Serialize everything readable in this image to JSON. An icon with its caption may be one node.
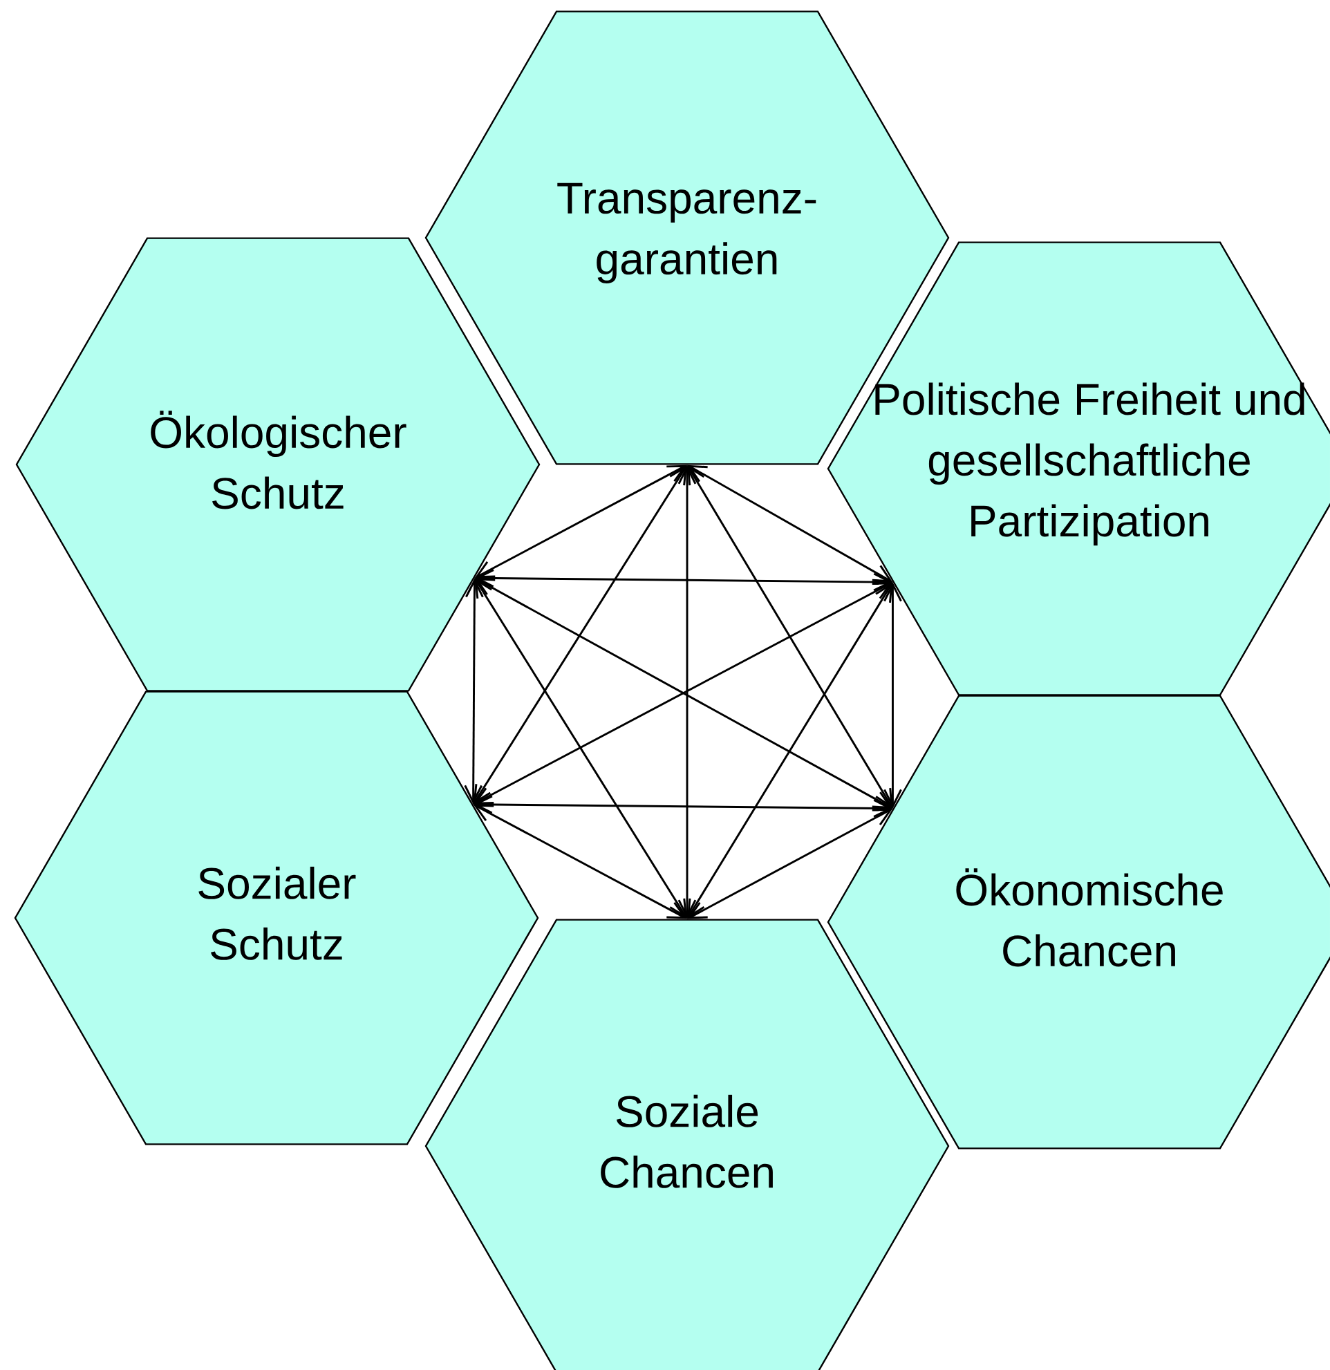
{
  "diagram": {
    "nodes": [
      {
        "text": [
          "Transparenz- garantien"
        ]
      },
      {
        "text": [
          "Ökologischer Schutz"
        ]
      },
      {
        "text": [
          "Politische Freiheit und gesellschaftliche Partizipation"
        ]
      },
      {
        "text": [
          "Sozialer Schutz"
        ]
      },
      {
        "text": [
          "Ökonomische Chancen"
        ]
      },
      {
        "text": [
          "Soziale Chancen"
        ]
      }
    ],
    "edges": [
      {
        "from": 0,
        "to": 1,
        "arrow": "both"
      },
      {
        "from": 0,
        "to": 2,
        "arrow": "both"
      },
      {
        "from": 0,
        "to": 3,
        "arrow": "both"
      },
      {
        "from": 0,
        "to": 4,
        "arrow": "both"
      },
      {
        "from": 0,
        "to": 5,
        "arrow": "both"
      },
      {
        "from": 1,
        "to": 2,
        "arrow": "both"
      },
      {
        "from": 1,
        "to": 3,
        "arrow": "both"
      },
      {
        "from": 1,
        "to": 4,
        "arrow": "both"
      },
      {
        "from": 1,
        "to": 5,
        "arrow": "both"
      },
      {
        "from": 2,
        "to": 3,
        "arrow": "both"
      },
      {
        "from": 2,
        "to": 4,
        "arrow": "both"
      },
      {
        "from": 2,
        "to": 5,
        "arrow": "both"
      },
      {
        "from": 3,
        "to": 4,
        "arrow": "both"
      },
      {
        "from": 3,
        "to": 5,
        "arrow": "both"
      },
      {
        "from": 4,
        "to": 5,
        "arrow": "both"
      }
    ]
  }
}
